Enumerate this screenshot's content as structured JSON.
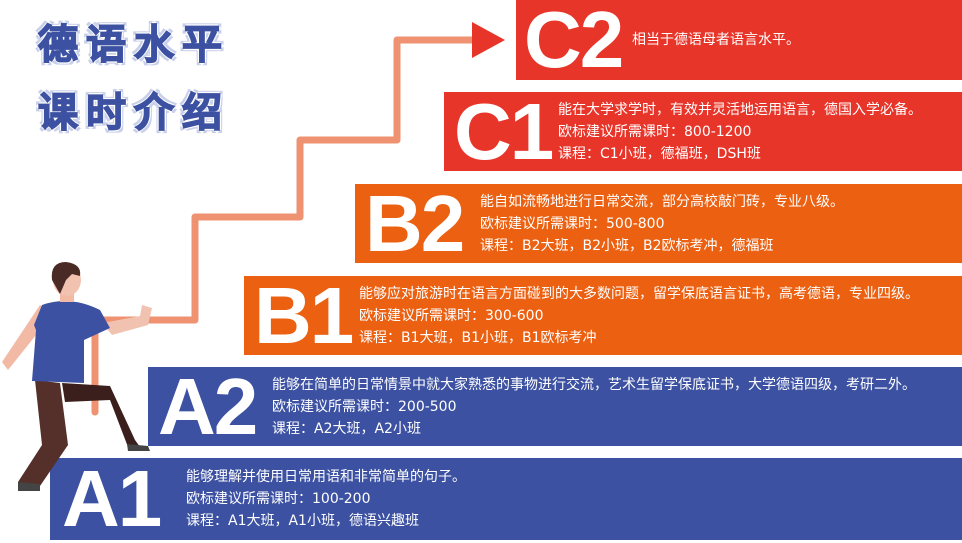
{
  "title": {
    "line1": "德语水平",
    "line2": "课时介绍"
  },
  "colors": {
    "c": "#e8352a",
    "b": "#eb6011",
    "a": "#3c51a1",
    "stair": "#ef9272"
  },
  "levels": [
    {
      "code": "C2",
      "desc": "相当于德语母者语言水平。"
    },
    {
      "code": "C1",
      "desc": "能在大学求学时，有效并灵活地运用语言，德国入学必备。",
      "hours": "欧标建议所需课时：800-1200",
      "courses": "课程：C1小班，德福班，DSH班"
    },
    {
      "code": "B2",
      "desc": "能自如流畅地进行日常交流，部分高校敲门砖，专业八级。",
      "hours": "欧标建议所需课时：500-800",
      "courses": "课程：B2大班，B2小班，B2欧标考冲，德福班"
    },
    {
      "code": "B1",
      "desc": "能够应对旅游时在语言方面碰到的大多数问题，留学保底语言证书，高考德语，专业四级。",
      "hours": "欧标建议所需课时：300-600",
      "courses": "课程：B1大班，B1小班，B1欧标考冲"
    },
    {
      "code": "A2",
      "desc": "能够在简单的日常情景中就大家熟悉的事物进行交流，艺术生留学保底证书，大学德语四级，考研二外。",
      "hours": "欧标建议所需课时：200-500",
      "courses": "课程：A2大班，A2小班"
    },
    {
      "code": "A1",
      "desc": "能够理解并使用日常用语和非常简单的句子。",
      "hours": "欧标建议所需课时：100-200",
      "courses": "课程：A1大班，A1小班，德语兴趣班"
    }
  ]
}
